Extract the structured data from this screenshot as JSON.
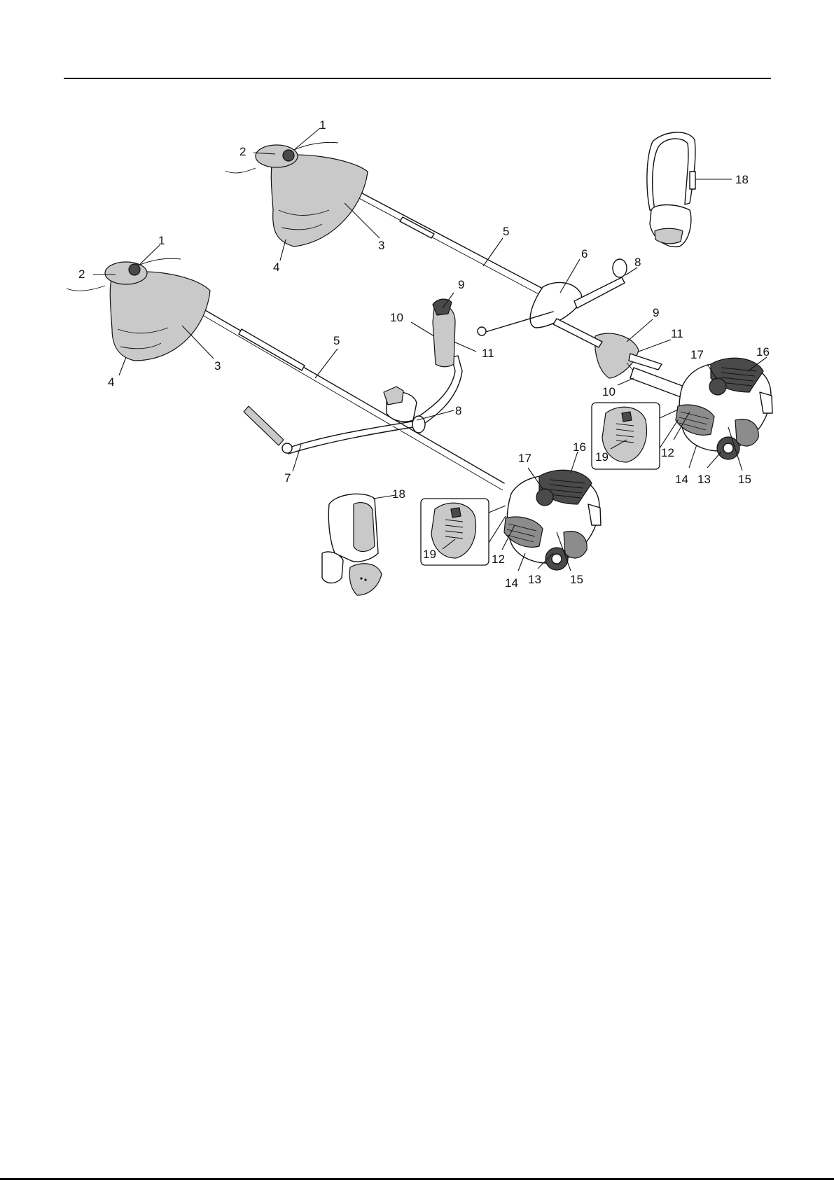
{
  "callouts": {
    "A1": "1",
    "A2": "2",
    "A3": "3",
    "A4": "4",
    "A5": "5",
    "A6": "6",
    "A8": "8",
    "A9": "9",
    "A10": "10",
    "A11": "11",
    "A12": "12",
    "A13": "13",
    "A14": "14",
    "A15": "15",
    "A16": "16",
    "A17": "17",
    "A18": "18",
    "A19": "19",
    "B1": "1",
    "B2": "2",
    "B3": "3",
    "B4": "4",
    "B5": "5",
    "B7": "7",
    "B8": "8",
    "B9": "9",
    "B10": "10",
    "B11": "11",
    "B12": "12",
    "B13": "13",
    "B14": "14",
    "B15": "15",
    "B16": "16",
    "B17": "17",
    "B18": "18",
    "B19": "19"
  }
}
